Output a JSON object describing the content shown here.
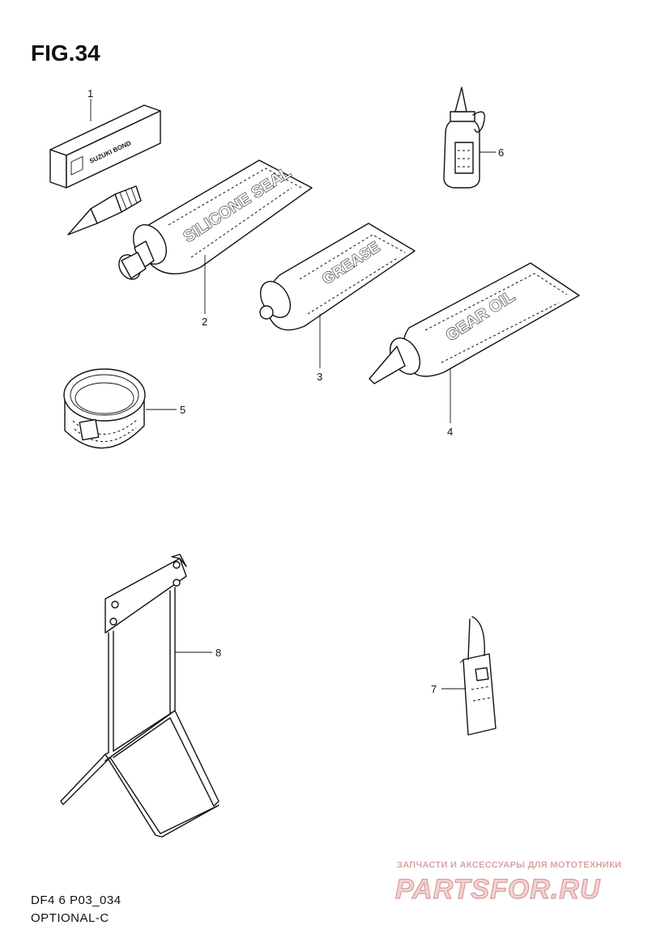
{
  "figure": {
    "title": "FIG.34"
  },
  "parts": [
    {
      "number": "1",
      "label": "SUZUKI BOND"
    },
    {
      "number": "2",
      "label": "SILICONE SEAL"
    },
    {
      "number": "3",
      "label": "GREASE"
    },
    {
      "number": "4",
      "label": "GEAR OIL"
    },
    {
      "number": "5",
      "label": ""
    },
    {
      "number": "6",
      "label": ""
    },
    {
      "number": "7",
      "label": ""
    },
    {
      "number": "8",
      "label": ""
    }
  ],
  "footer": {
    "code": "DF4 6 P03_034",
    "group": "OPTIONAL-C"
  },
  "watermark": {
    "tagline": "ЗАПЧАСТИ И АКСЕССУАРЫ ДЛЯ МОТОТЕХНИКИ",
    "logo": "PARTSFOR.RU",
    "color": "#c43a3a"
  }
}
